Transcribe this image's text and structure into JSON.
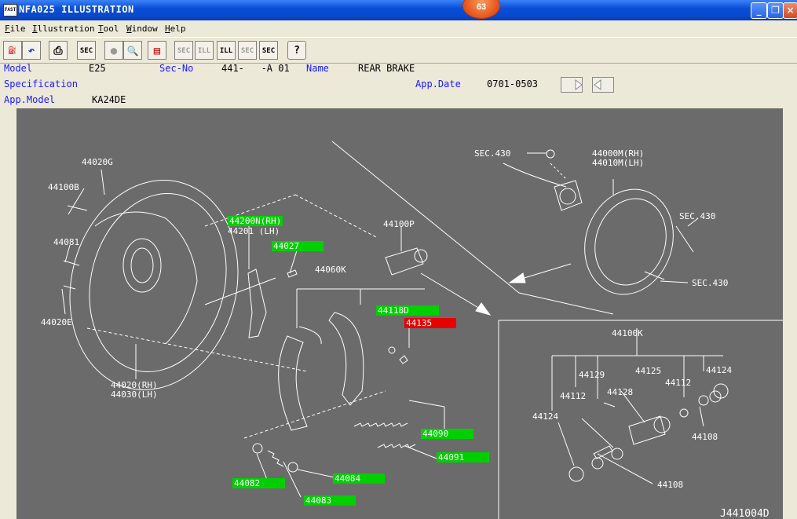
{
  "window": {
    "title": "NFA025  ILLUSTRATION",
    "badge": "63",
    "app_icon": "FAST"
  },
  "menu": [
    "File",
    "Illustration",
    "Tool",
    "Window",
    "Help"
  ],
  "toolbar": [
    {
      "name": "exit-icon",
      "glyph": "⛽"
    },
    {
      "name": "undo-icon",
      "glyph": "↶"
    },
    {
      "name": "print-icon",
      "glyph": "⎙"
    },
    {
      "name": "sec-icon",
      "glyph": "SEC"
    },
    {
      "name": "circle-icon",
      "glyph": "●"
    },
    {
      "name": "zoom-icon",
      "glyph": "🔍"
    },
    {
      "name": "book-icon",
      "glyph": "▤"
    },
    {
      "name": "sec-prev-icon",
      "glyph": "SEC"
    },
    {
      "name": "ill-prev-icon",
      "glyph": "ILL"
    },
    {
      "name": "ill-next-icon",
      "glyph": "ILL"
    },
    {
      "name": "sec-next-icon",
      "glyph": "SEC"
    },
    {
      "name": "sec-search-icon",
      "glyph": "SEC"
    },
    {
      "name": "help-icon",
      "glyph": "?"
    }
  ],
  "info": {
    "model_label": "Model",
    "model_value": "E25",
    "secno_label": "Sec-No",
    "secno_value": "441-   -A 01",
    "name_label": "Name",
    "name_value": "REAR BRAKE",
    "spec_label": "Specification",
    "appdate_label": "App.Date",
    "appdate_value": "0701-0503",
    "appmodel_label": "App.Model",
    "appmodel_value": "KA24DE"
  },
  "parts": {
    "p44020G": "44020G",
    "p44100B": "44100B",
    "p44081": "44081",
    "p44020E": "44020E",
    "p44020": "44020(RH)",
    "p44030": "44030(LH)",
    "p44200N": "44200N(RH)",
    "p44201": "44201 (LH)",
    "p44027": "44027",
    "p44060K": "44060K",
    "p44100P": "44100P",
    "p44118D": "44118D",
    "p44135": "44135",
    "p44090": "44090",
    "p44091": "44091",
    "p44084": "44084",
    "p44082": "44082",
    "p44083": "44083",
    "sec430a": "SEC.430",
    "sec430b": "SEC.430",
    "sec430c": "SEC.430",
    "p44000M": "44000M(RH)",
    "p44010M": "44010M(LH)",
    "p44100K": "44100K",
    "p44129": "44129",
    "p44125": "44125",
    "p44124a": "44124",
    "p44112a": "44112",
    "p44128": "44128",
    "p44112b": "44112",
    "p44124b": "44124",
    "p44108a": "44108",
    "p44108b": "44108",
    "illus_id": "J441004D"
  },
  "colors": {
    "highlight": "#00d000",
    "selected": "#e60000",
    "canvas": "#6b6b6b"
  }
}
